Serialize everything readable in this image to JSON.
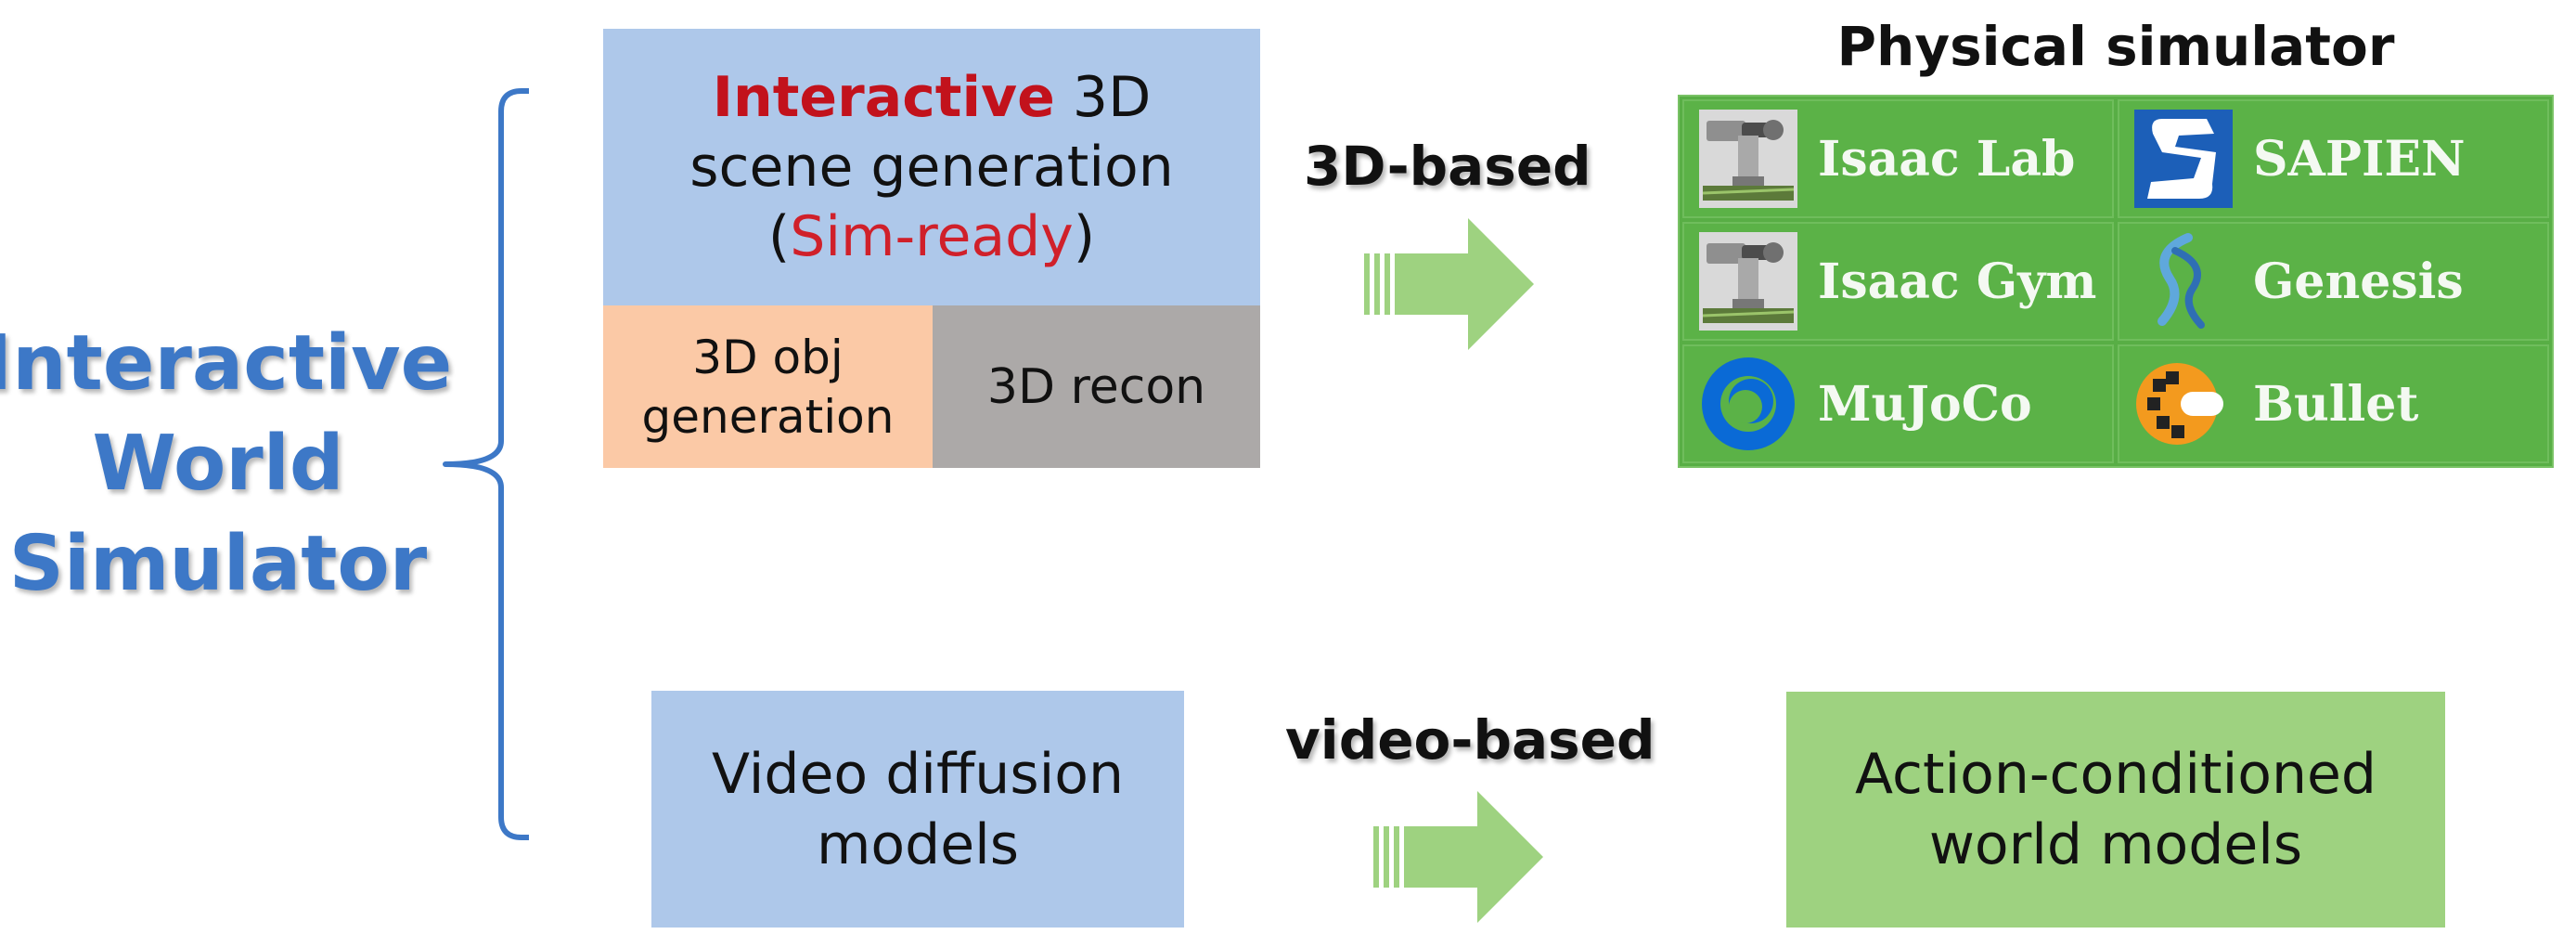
{
  "main_title": {
    "line1": "Interactive",
    "line2": "World",
    "line3": "Simulator",
    "color": "#3d78c7"
  },
  "scene_box": {
    "word_interactive": "Interactive",
    "text_after": " 3D",
    "line2": "scene generation",
    "paren_open": "(",
    "sim_ready": "Sim-ready",
    "paren_close": ")"
  },
  "obj_box": {
    "line1": "3D obj",
    "line2": "generation"
  },
  "recon_box": {
    "label": "3D recon"
  },
  "arrows": {
    "top_label": "3D-based",
    "bottom_label": "video-based",
    "color": "#9ed280"
  },
  "physical_simulator": {
    "title": "Physical simulator",
    "items": [
      {
        "name": "Isaac Lab",
        "icon": "robot-arm-icon"
      },
      {
        "name": "SAPIEN",
        "icon": "sapien-logo-icon"
      },
      {
        "name": "Isaac Gym",
        "icon": "robot-arm-icon"
      },
      {
        "name": "Genesis",
        "icon": "genesis-swirl-icon"
      },
      {
        "name": "MuJoCo",
        "icon": "mujoco-ring-icon"
      },
      {
        "name": "Bullet",
        "icon": "bullet-logo-icon"
      }
    ]
  },
  "video_box": {
    "line1": "Video diffusion",
    "line2": "models"
  },
  "action_box": {
    "line1": "Action-conditioned",
    "line2": "world models"
  }
}
